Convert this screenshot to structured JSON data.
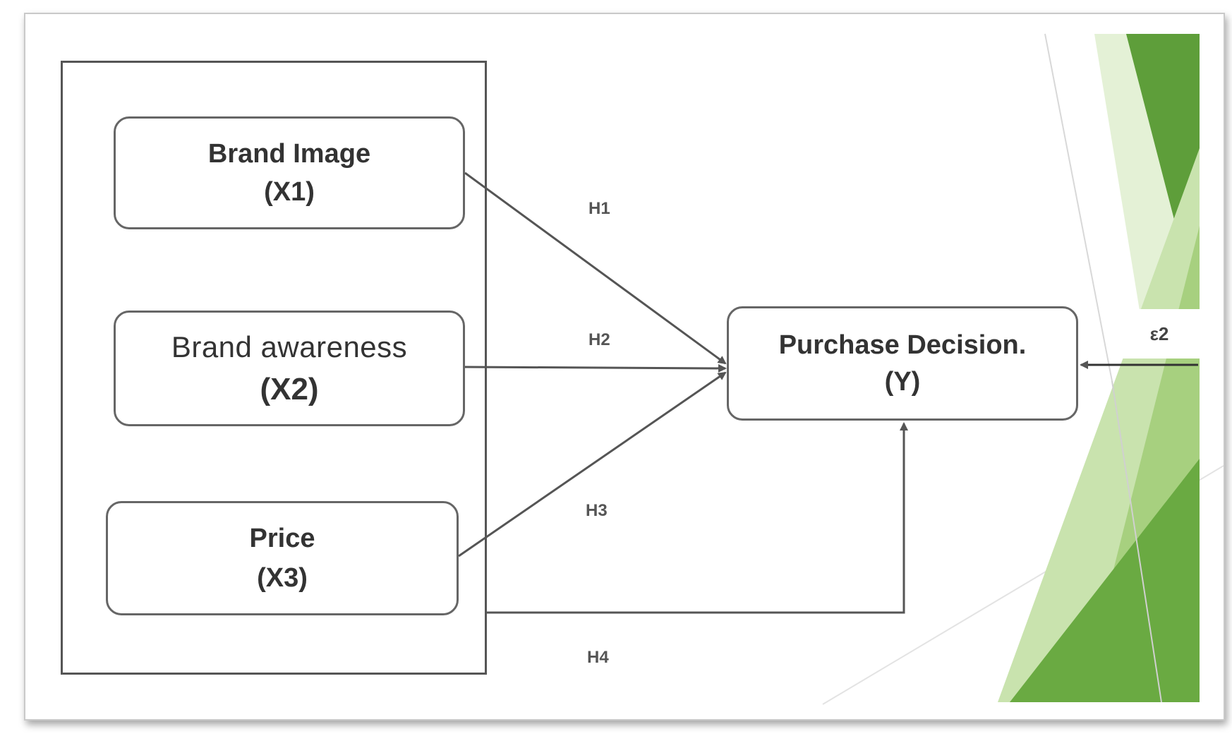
{
  "diagram": {
    "variables": {
      "x1": {
        "name": "Brand Image",
        "code": "(X1)"
      },
      "x2": {
        "name": "Brand awareness",
        "code": "(X2)"
      },
      "x3": {
        "name": "Price",
        "code": "(X3)"
      },
      "y": {
        "name": "Purchase Decision.",
        "code": "(Y)"
      }
    },
    "hypotheses": {
      "h1": "H1",
      "h2": "H2",
      "h3": "H3",
      "h4": "H4"
    },
    "error_term": "ε2",
    "colors": {
      "box_border": "#666666",
      "arrow": "#555555",
      "green_dark": "#5e9e3a",
      "green_mid": "#8cc05e",
      "green_light": "#c9e3ae",
      "green_pale": "#e4f1d6"
    }
  }
}
